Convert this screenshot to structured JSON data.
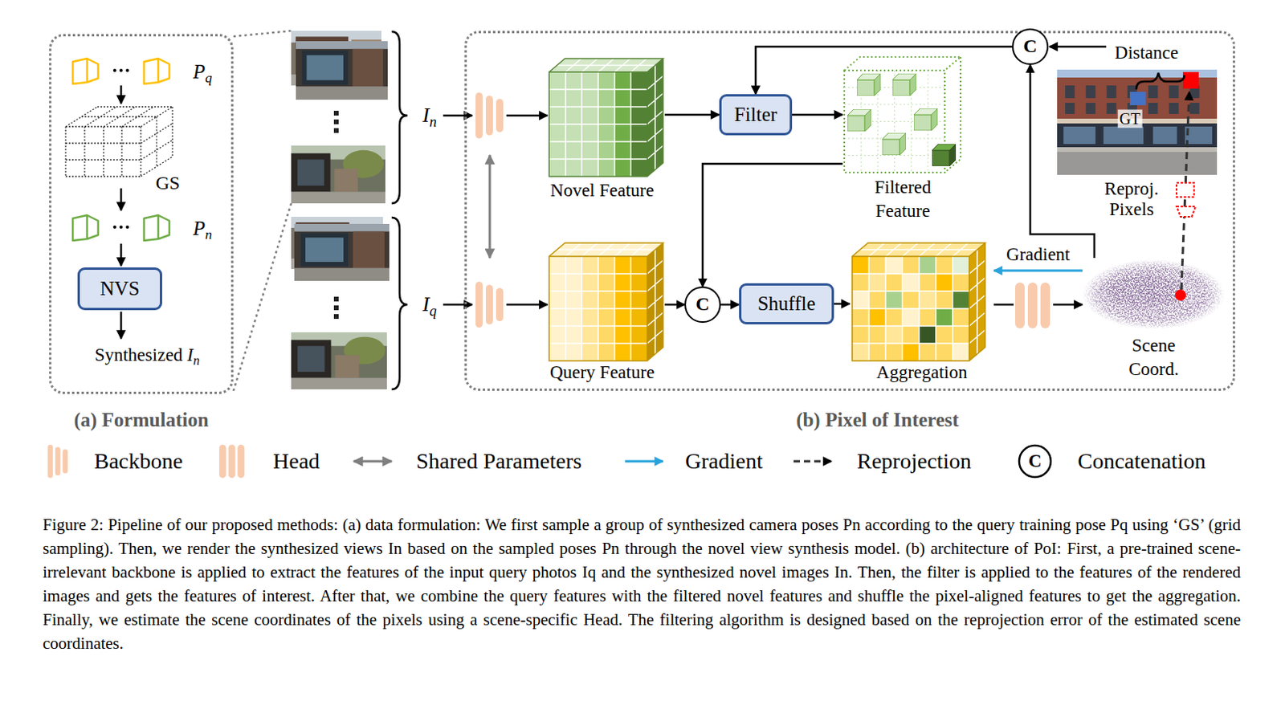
{
  "diagram": {
    "caption": "Figure 2: Pipeline of our proposed methods: (a) data formulation: We first sample a group of synthesized camera poses Pn according to the query training pose Pq using ‘GS’ (grid sampling). Then, we render the synthesized views In based on the sampled poses Pn through the novel view synthesis model. (b) architecture of PoI: First, a pre-trained scene-irrelevant backbone is applied to extract the features of the input query photos Iq and the synthesized novel images In. Then, the filter is applied to the features of the rendered images and gets the features of interest. After that, we combine the query features with the filtered novel features and shuffle the pixel-aligned features to get the aggregation. Finally, we estimate the scene coordinates of the pixels using a scene-specific Head. The filtering algorithm is designed based on the reprojection error of the estimated scene coordinates.",
    "nodes": [
      {
        "text": [
          "(a) Formulation"
        ]
      },
      {
        "text": [
          "NVS"
        ],
        "in": 0
      },
      {
        "text": [
          "(b) Pixel of Interest"
        ]
      },
      {
        "text": [
          "Novel Feature"
        ],
        "in": 2
      },
      {
        "text": [
          "Filter"
        ],
        "in": 2
      },
      {
        "text": [
          "Filtered Feature"
        ],
        "in": 2
      },
      {
        "text": [
          "C"
        ],
        "in": 2
      },
      {
        "text": [
          "Query Feature"
        ],
        "in": 2
      },
      {
        "text": [
          "C"
        ],
        "in": 2
      },
      {
        "text": [
          "Shuffle"
        ],
        "in": 2
      },
      {
        "text": [
          "Aggregation"
        ],
        "in": 2
      },
      {
        "text": [
          "Scene Coord."
        ],
        "in": 2
      }
    ],
    "edges": [
      {
        "from": 3,
        "to": 4,
        "arrow": "to"
      },
      {
        "from": 4,
        "to": 5,
        "arrow": "to"
      },
      {
        "from": 6,
        "to": 4,
        "arrow": "to"
      },
      {
        "from": 5,
        "to": 8,
        "arrow": "to"
      },
      {
        "from": 7,
        "to": 8,
        "arrow": "to"
      },
      {
        "from": 8,
        "to": 9,
        "arrow": "to"
      },
      {
        "from": 9,
        "to": 10,
        "arrow": "to"
      },
      {
        "from": 10,
        "to": 11,
        "arrow": "to"
      },
      {
        "from": 11,
        "to": 10,
        "label": "Gradient",
        "arrow": "to"
      },
      {
        "from": 11,
        "to": 6,
        "arrow": "to"
      }
    ],
    "labels": [
      "Pq",
      "GS",
      "Pn",
      "Synthesized In",
      "In",
      "Iq",
      "Distance",
      "GT",
      "Reproj. Pixels",
      "C"
    ],
    "legend": [
      {
        "text": "Backbone"
      },
      {
        "text": "Head"
      },
      {
        "text": "Shared Parameters"
      },
      {
        "text": "Gradient"
      },
      {
        "text": "Reprojection"
      },
      {
        "text": "Concatenation"
      }
    ]
  }
}
